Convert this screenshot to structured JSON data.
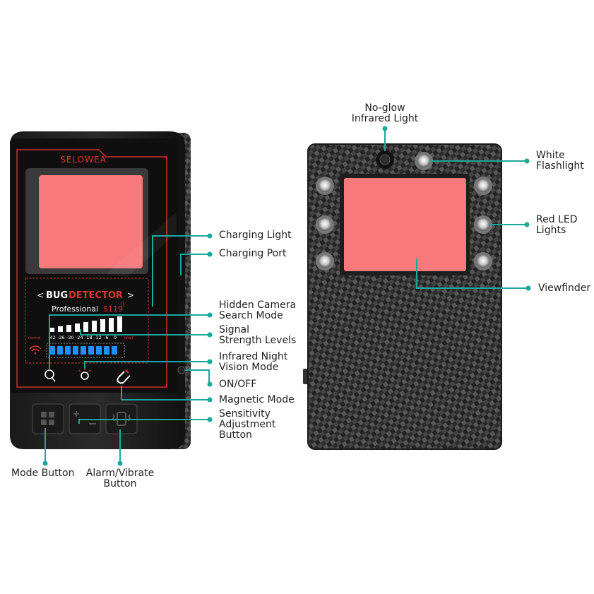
{
  "front": {
    "brand": "SELOWEA",
    "title_part1": "BUG",
    "title_part2": "DETECTOR",
    "subtitle": "Professional",
    "model": "S119",
    "scale_left": "normal",
    "scale_right": "level",
    "scale_values": [
      "-42",
      "-36",
      "-30",
      "-24",
      "-18",
      "-12",
      "-6",
      "0"
    ]
  },
  "labels": {
    "charging_light": "Charging Light",
    "charging_port": "Charging Port",
    "hidden_camera_1": "Hidden Camera",
    "hidden_camera_2": "Search Mode",
    "signal_1": "Signal",
    "signal_2": "Strength Levels",
    "infrared_1": "Infrared Night",
    "infrared_2": "Vision Mode",
    "onoff": "ON/OFF",
    "magnetic": "Magnetic Mode",
    "sensitivity_1": "Sensitivity",
    "sensitivity_2": "Adjustment",
    "sensitivity_3": "Button",
    "mode_button": "Mode Button",
    "alarm_1": "Alarm/Vibrate",
    "alarm_2": "Button",
    "noglow_1": "No-glow",
    "noglow_2": "Infrared Light",
    "white_1": "White",
    "white_2": "Flashlight",
    "red_1": "Red LED",
    "red_2": "Lights",
    "viewfinder": "Viewfinder"
  },
  "colors": {
    "accent": "#19a89a",
    "viewfinder": "#f8797b",
    "brand_red": "#e0342f",
    "led_blue": "#1e90ff"
  },
  "icons": {
    "mode_button": "grid-icon",
    "sensitivity_button": "plus-minus-icon",
    "alarm_button": "vibrate-icon",
    "camera_mode": "search-icon",
    "infrared_mode": "sun-icon",
    "magnetic_mode": "magnet-icon"
  }
}
